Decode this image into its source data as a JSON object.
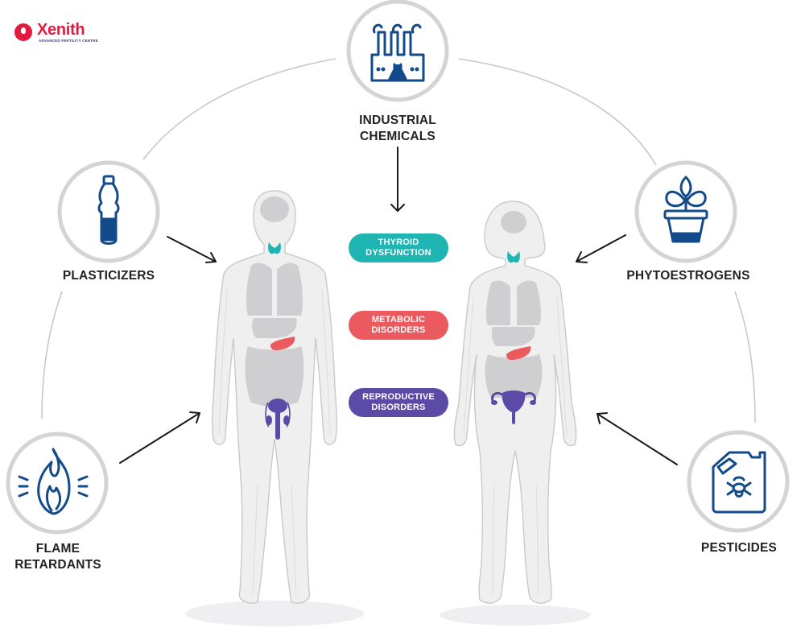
{
  "logo": {
    "name": "Xenith",
    "tagline": "ADVANCED FERTILITY CENTRE",
    "brand_color": "#e3193f",
    "tagline_color": "#2c3a8c"
  },
  "sources": [
    {
      "id": "industrial",
      "label_lines": [
        "INDUSTRIAL",
        "CHEMICALS"
      ],
      "icon": "factory-flask-icon"
    },
    {
      "id": "plasticizers",
      "label_lines": [
        "PLASTICIZERS"
      ],
      "icon": "plastic-bottle-icon"
    },
    {
      "id": "phytoestrogens",
      "label_lines": [
        "PHYTOESTROGENS"
      ],
      "icon": "potted-plant-icon"
    },
    {
      "id": "flame",
      "label_lines": [
        "FLAME",
        "RETARDANTS"
      ],
      "icon": "flame-icon"
    },
    {
      "id": "pesticides",
      "label_lines": [
        "PESTICIDES"
      ],
      "icon": "pesticide-canister-icon"
    }
  ],
  "effects": [
    {
      "id": "thyroid",
      "label_lines": [
        "THYROID",
        "DYSFUNCTION"
      ],
      "color": "#1fb5b3"
    },
    {
      "id": "metabolic",
      "label_lines": [
        "METABOLIC",
        "DISORDERS"
      ],
      "color": "#ea5a5e"
    },
    {
      "id": "reproductive",
      "label_lines": [
        "REPRODUCTIVE",
        "DISORDERS"
      ],
      "color": "#5b4aa6"
    }
  ],
  "figures": [
    {
      "id": "male",
      "sex": "male"
    },
    {
      "id": "female",
      "sex": "female"
    }
  ],
  "colors": {
    "icon": "#124a8a",
    "ring": "#d4d4d4",
    "arc": "#c8c8c8",
    "arrow": "#1a1a1a",
    "body_fill": "#efeff0",
    "body_stroke": "#c9c9cb",
    "organ": "#cfcfd1",
    "thyroid": "#1fb5b3",
    "pancreas": "#ea5a5e",
    "reproductive": "#5b4aa6",
    "shadow": "#efeff1"
  }
}
